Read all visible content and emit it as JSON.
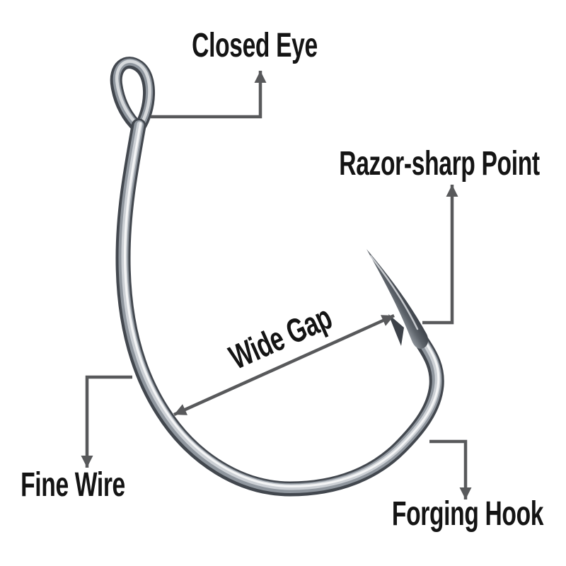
{
  "diagram": {
    "background": "#ffffff",
    "colors": {
      "label_text": "#141414",
      "arrow": "#58595b",
      "metal_dark": "#42474e",
      "metal_mid": "#8f969e",
      "metal_light": "#ccd0d5",
      "metal_highlight": "#f4f5f6"
    },
    "labels": [
      {
        "id": "closed-eye",
        "text": "Closed Eye"
      },
      {
        "id": "razor-sharp-point",
        "text": "Razor-sharp Point"
      },
      {
        "id": "wide-gap",
        "text": "Wide Gap"
      },
      {
        "id": "fine-wire",
        "text": "Fine Wire"
      },
      {
        "id": "forging-hook",
        "text": "Forging Hook"
      }
    ]
  }
}
